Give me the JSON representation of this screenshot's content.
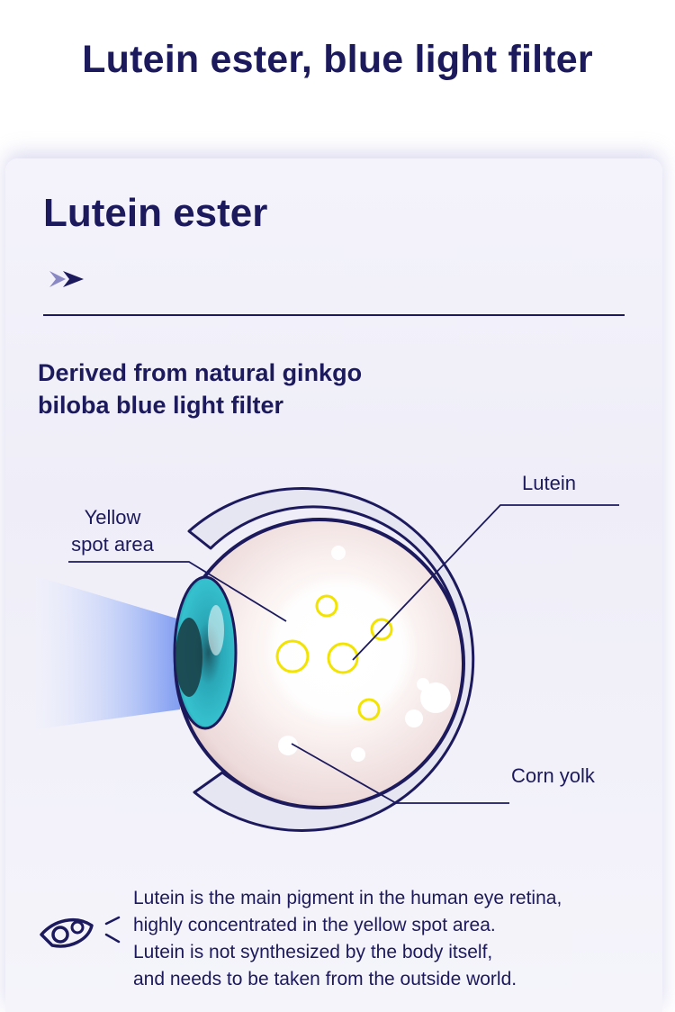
{
  "header": {
    "title": "Lutein ester, blue light filter"
  },
  "section": {
    "title": "Lutein ester",
    "subtitle_lines": [
      "Derived from natural ginkgo",
      "biloba blue light filter"
    ]
  },
  "diagram": {
    "labels": {
      "yellow_spot_line1": "Yellow",
      "yellow_spot_line2": "spot area",
      "lutein": "Lutein",
      "corn_yolk": "Corn yolk"
    },
    "colors": {
      "navy": "#1c1a5c",
      "lutein_yellow": "#f2e300",
      "blue_light": "#7f9cf2",
      "iris_teal": "#2ab2c4",
      "shield": "#e6e6f3"
    }
  },
  "footer": {
    "icon": "eye-icon",
    "lines": [
      "Lutein is the main pigment in the human eye retina,",
      "highly concentrated in the yellow spot area.",
      "Lutein is not synthesized by the body itself,",
      "and needs to be taken from the outside world."
    ]
  }
}
